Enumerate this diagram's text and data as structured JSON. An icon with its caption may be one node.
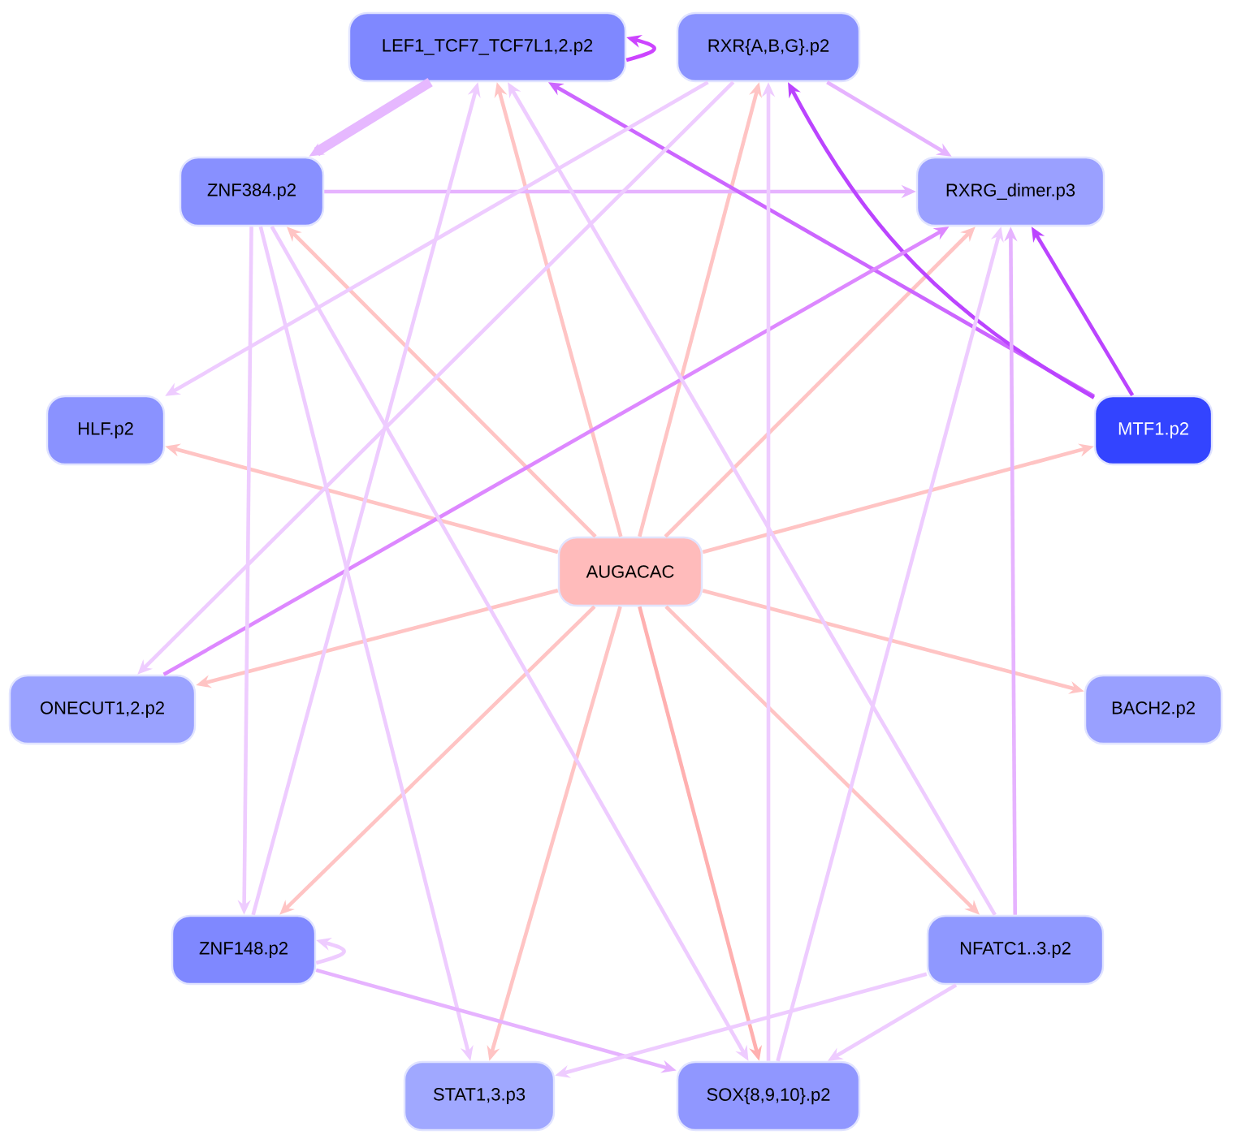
{
  "diagram": {
    "nodes": [
      {
        "text": [
          "LEF1_TCF7_TCF7L1,2.p2"
        ]
      },
      {
        "text": [
          "RXR{A,B,G}.p2"
        ]
      },
      {
        "text": [
          "ZNF384.p2"
        ]
      },
      {
        "text": [
          "RXRG_dimer.p3"
        ]
      },
      {
        "text": [
          "HLF.p2"
        ]
      },
      {
        "text": [
          "MTF1.p2"
        ]
      },
      {
        "text": [
          "AUGACAC"
        ]
      },
      {
        "text": [
          "ONECUT1,2.p2"
        ]
      },
      {
        "text": [
          "BACH2.p2"
        ]
      },
      {
        "text": [
          "ZNF148.p2"
        ]
      },
      {
        "text": [
          "NFATC1..3.p2"
        ]
      },
      {
        "text": [
          "STAT1,3.p3"
        ]
      },
      {
        "text": [
          "SOX{8,9,10}.p2"
        ]
      }
    ],
    "edges": [
      {
        "from": 6,
        "to": 0,
        "arrow": "to",
        "color": "#ffc4c4"
      },
      {
        "from": 6,
        "to": 1,
        "arrow": "to",
        "color": "#ffc4c4"
      },
      {
        "from": 6,
        "to": 2,
        "arrow": "to",
        "color": "#ffc4c4"
      },
      {
        "from": 6,
        "to": 3,
        "arrow": "to",
        "color": "#ffc4c4"
      },
      {
        "from": 6,
        "to": 4,
        "arrow": "to",
        "color": "#ffc4c4"
      },
      {
        "from": 6,
        "to": 5,
        "arrow": "to",
        "color": "#ffc4c4"
      },
      {
        "from": 6,
        "to": 7,
        "arrow": "to",
        "color": "#ffc4c4"
      },
      {
        "from": 6,
        "to": 8,
        "arrow": "to",
        "color": "#ffc4c4"
      },
      {
        "from": 6,
        "to": 9,
        "arrow": "to",
        "color": "#ffc4c4"
      },
      {
        "from": 6,
        "to": 10,
        "arrow": "to",
        "color": "#ffc4c4"
      },
      {
        "from": 6,
        "to": 11,
        "arrow": "to",
        "color": "#ffc4c4"
      },
      {
        "from": 6,
        "to": 12,
        "arrow": "to",
        "color": "#ffb0b0"
      },
      {
        "from": 0,
        "to": 0,
        "arrow": "to",
        "color": "#cc44ff"
      },
      {
        "from": 0,
        "to": 2,
        "arrow": "to",
        "style": "thick",
        "color": "#e6b8ff"
      },
      {
        "from": 1,
        "to": 3,
        "arrow": "to",
        "color": "#e6b3ff"
      },
      {
        "from": 2,
        "to": 3,
        "arrow": "to",
        "color": "#e6b3ff"
      },
      {
        "from": 5,
        "to": 0,
        "arrow": "to",
        "color": "#cc66ff"
      },
      {
        "from": 5,
        "to": 1,
        "arrow": "to",
        "color": "#bb44ff"
      },
      {
        "from": 5,
        "to": 3,
        "arrow": "to",
        "color": "#bb44ff"
      },
      {
        "from": 1,
        "to": 4,
        "arrow": "to"
      },
      {
        "from": 1,
        "to": 7,
        "arrow": "to"
      },
      {
        "from": 7,
        "to": 3,
        "arrow": "to",
        "color": "#dd88ff"
      },
      {
        "from": 12,
        "to": 1,
        "arrow": "to"
      },
      {
        "from": 12,
        "to": 3,
        "arrow": "to"
      },
      {
        "from": 10,
        "to": 3,
        "arrow": "to",
        "color": "#e6b3ff"
      },
      {
        "from": 10,
        "to": 0,
        "arrow": "to"
      },
      {
        "from": 9,
        "to": 0,
        "arrow": "to"
      },
      {
        "from": 2,
        "to": 9,
        "arrow": "to"
      },
      {
        "from": 2,
        "to": 11,
        "arrow": "to"
      },
      {
        "from": 2,
        "to": 12,
        "arrow": "to"
      },
      {
        "from": 9,
        "to": 9,
        "arrow": "to"
      },
      {
        "from": 9,
        "to": 12,
        "arrow": "to",
        "color": "#e6b3ff"
      },
      {
        "from": 10,
        "to": 11,
        "arrow": "to"
      },
      {
        "from": 10,
        "to": 12,
        "arrow": "to"
      }
    ]
  }
}
